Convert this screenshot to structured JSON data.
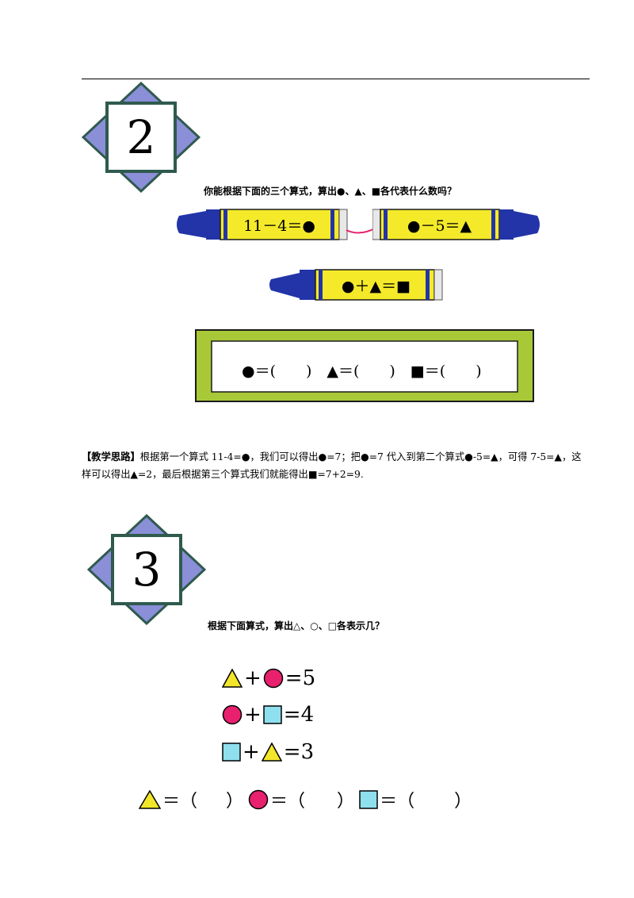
{
  "section2": {
    "number": "2",
    "question": "你能根据下面的三个算式，算出●、▲、■各代表什么数吗？",
    "crayons": [
      {
        "text": "11－4＝●"
      },
      {
        "text": "●－5＝▲"
      },
      {
        "text": "●＋▲＝■"
      }
    ],
    "answer_line": "●＝(　　)　▲＝(　　)　■＝(　　)"
  },
  "teaching": {
    "label": "【教学思路】",
    "text": "根据第一个算式 11-4=●，我们可以得出●=7；把●=7 代入到第二个算式●-5=▲，可得 7-5=▲，这样可以得出▲=2，最后根据第三个算式我们就能得出■=7+2=9."
  },
  "section3": {
    "number": "3",
    "question": "根据下面算式，算出△、○、□各表示几？",
    "equations": [
      {
        "plus": "+",
        "result": "=5"
      },
      {
        "plus": "+",
        "result": "=4"
      },
      {
        "plus": "+",
        "result": "=3"
      }
    ],
    "answers": [
      {
        "eq": "＝（",
        "close": "）"
      },
      {
        "eq": "＝（",
        "close": "）"
      },
      {
        "eq": "＝（",
        "close": "）"
      }
    ]
  },
  "colors": {
    "diamond": "#8a8fd8",
    "diamond_border": "#2f5a4e",
    "crayon_yellow": "#f5ea2a",
    "crayon_blue": "#2234a8",
    "frame_green": "#a8c838",
    "triangle_yellow": "#f2e62a",
    "circle_pink": "#e8206e",
    "square_cyan": "#8fe0ee"
  },
  "icons": [
    "diamond-badge",
    "crayon",
    "yellow-triangle-icon",
    "pink-circle-icon",
    "cyan-square-icon"
  ]
}
